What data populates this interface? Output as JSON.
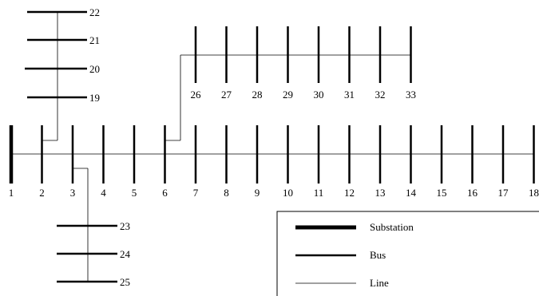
{
  "main_feeder": {
    "buses": [
      {
        "label": "1",
        "type": "substation"
      },
      {
        "label": "2",
        "type": "bus"
      },
      {
        "label": "3",
        "type": "bus"
      },
      {
        "label": "4",
        "type": "bus"
      },
      {
        "label": "5",
        "type": "bus"
      },
      {
        "label": "6",
        "type": "bus"
      },
      {
        "label": "7",
        "type": "bus"
      },
      {
        "label": "8",
        "type": "bus"
      },
      {
        "label": "9",
        "type": "bus"
      },
      {
        "label": "10",
        "type": "bus"
      },
      {
        "label": "11",
        "type": "bus"
      },
      {
        "label": "12",
        "type": "bus"
      },
      {
        "label": "13",
        "type": "bus"
      },
      {
        "label": "14",
        "type": "bus"
      },
      {
        "label": "15",
        "type": "bus"
      },
      {
        "label": "16",
        "type": "bus"
      },
      {
        "label": "17",
        "type": "bus"
      },
      {
        "label": "18",
        "type": "bus"
      }
    ]
  },
  "branches": [
    {
      "from_bus": "2",
      "buses": [
        "19",
        "20",
        "21",
        "22"
      ]
    },
    {
      "from_bus": "3",
      "buses": [
        "23",
        "24",
        "25"
      ]
    },
    {
      "from_bus": "6",
      "buses": [
        "26",
        "27",
        "28",
        "29",
        "30",
        "31",
        "32",
        "33"
      ]
    }
  ],
  "legend": {
    "items": [
      {
        "label": "Substation",
        "symbol": "substation"
      },
      {
        "label": "Bus",
        "symbol": "bus"
      },
      {
        "label": "Line",
        "symbol": "line"
      }
    ]
  }
}
